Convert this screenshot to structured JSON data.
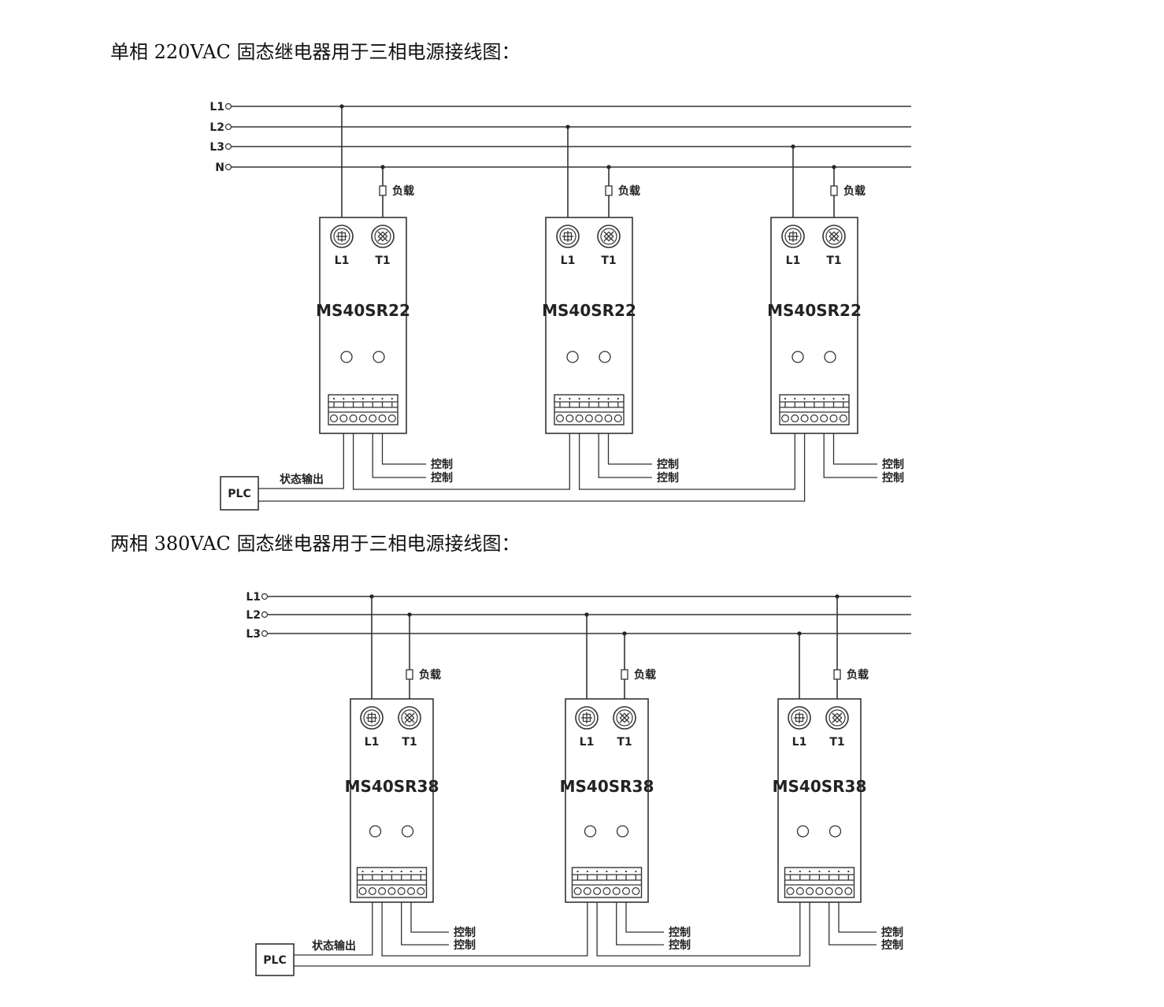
{
  "headings": {
    "section1": "单相 220VAC 固态继电器用于三相电源接线图：",
    "section2": "两相 380VAC 固态继电器用于三相电源接线图："
  },
  "diagram1": {
    "lines": [
      "L1",
      "L2",
      "L3",
      "N"
    ],
    "relays": [
      {
        "model": "MS40SR22",
        "term_left": "L1",
        "term_right": "T1"
      },
      {
        "model": "MS40SR22",
        "term_left": "L1",
        "term_right": "T1"
      },
      {
        "model": "MS40SR22",
        "term_left": "L1",
        "term_right": "T1"
      }
    ],
    "load_label": "负载",
    "control_label": "控制",
    "status_label": "状态输出",
    "plc_label": "PLC"
  },
  "diagram2": {
    "lines": [
      "L1",
      "L2",
      "L3"
    ],
    "relays": [
      {
        "model": "MS40SR38",
        "term_left": "L1",
        "term_right": "T1"
      },
      {
        "model": "MS40SR38",
        "term_left": "L1",
        "term_right": "T1"
      },
      {
        "model": "MS40SR38",
        "term_left": "L1",
        "term_right": "T1"
      }
    ],
    "load_label": "负载",
    "control_label": "控制",
    "status_label": "状态输出",
    "plc_label": "PLC"
  }
}
